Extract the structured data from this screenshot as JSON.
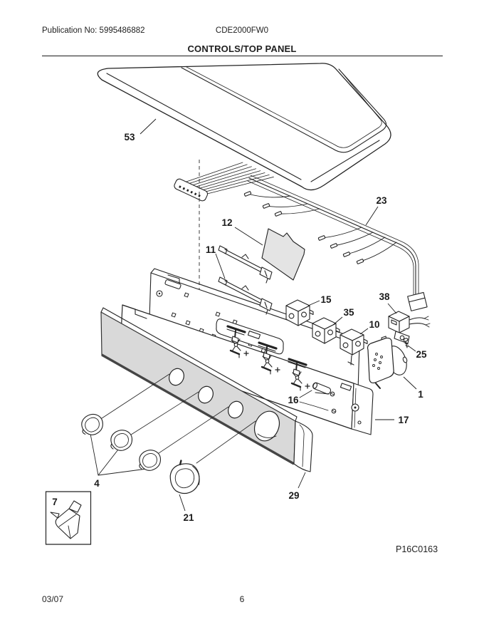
{
  "colors": {
    "ink": "#1f1f1f",
    "panel_gray": "#d9d9d9",
    "board_gray": "#e4e4e4"
  },
  "header": {
    "publication": "Publication No: 5995486882",
    "model": "CDE2000FW0",
    "title": "CONTROLS/TOP PANEL"
  },
  "diagram": {
    "figure_code": "P16C0163",
    "callouts": [
      "53",
      "23",
      "12",
      "11",
      "15",
      "35",
      "10",
      "38",
      "25",
      "1",
      "17",
      "16",
      "29",
      "21",
      "4",
      "7"
    ]
  },
  "footer": {
    "date": "03/07",
    "page": "6"
  }
}
